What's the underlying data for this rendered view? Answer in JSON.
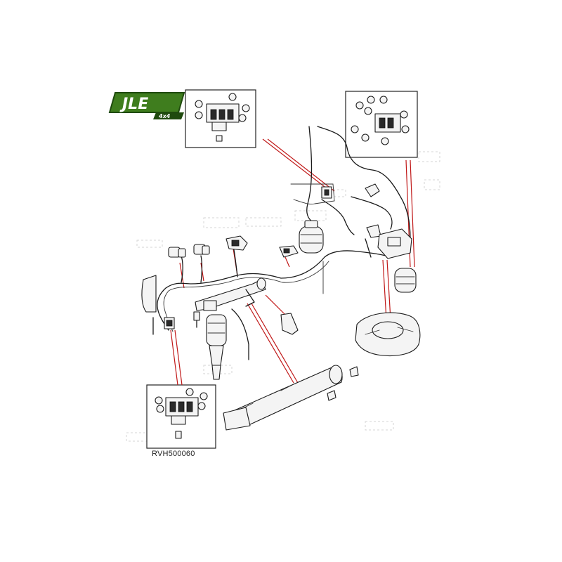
{
  "logo": {
    "brand": "JLE",
    "sub": "4x4",
    "colors": {
      "primary": "#3f7d1e",
      "secondary": "#1f4a0e",
      "text": "#ffffff"
    }
  },
  "caption": "RVH500060",
  "leader_color": "#c01818"
}
